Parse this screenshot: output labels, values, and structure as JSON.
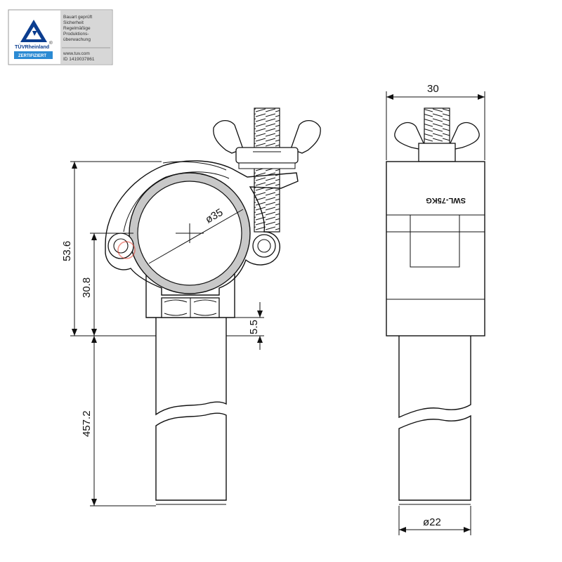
{
  "certificate": {
    "brand": "TÜVRheinland",
    "registered": "®",
    "badge": "ZERTIFIZIERT",
    "lines": [
      "Bauart geprüft",
      "Sicherheit",
      "Regelmäßige",
      "Produktions-",
      "überwachung"
    ],
    "website": "www.tuv.com",
    "id_line": "ID 1419037861"
  },
  "front_view": {
    "dim_height_total": "53.6",
    "dim_height_center": "30.8",
    "dim_nut": "5.5",
    "dim_spigot_length": "457.2",
    "dim_tube_diameter": "ø35"
  },
  "side_view": {
    "dim_width": "30",
    "dim_spigot_diameter": "ø22",
    "label_stamp": "SWL-75KG"
  },
  "colors": {
    "line": "#111111",
    "tube_ring": "#c8c8c8",
    "watermark": "#e23a2a",
    "tuv_blue": "#0b3d8f"
  }
}
